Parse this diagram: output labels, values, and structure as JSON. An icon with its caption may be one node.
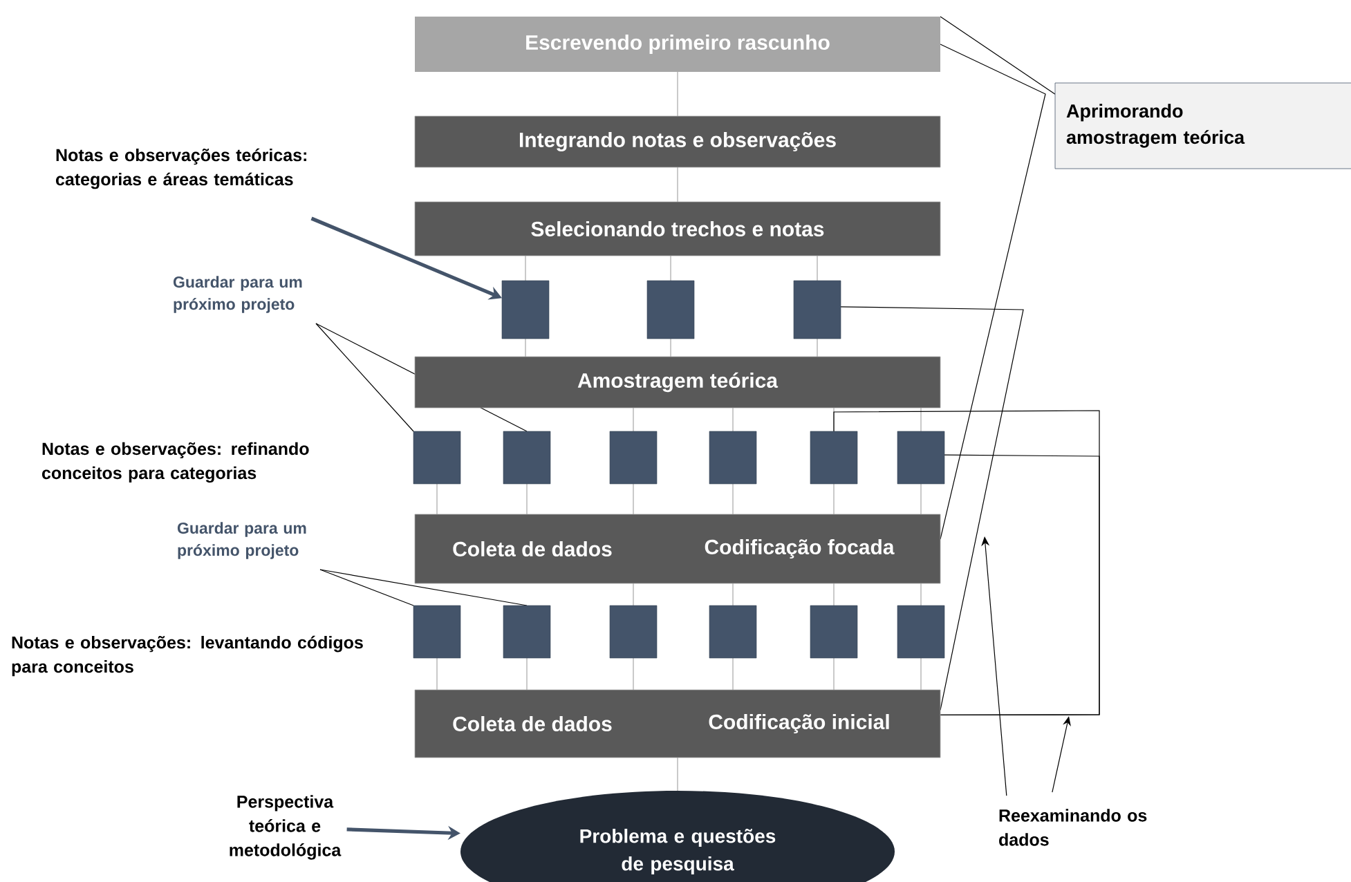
{
  "diagram": {
    "nodes": [
      {
        "text": [
          "Escrevendo primeiro rascunho"
        ]
      },
      {
        "text": [
          "Aprimorando amostragem teórica"
        ]
      },
      {
        "text": [
          "Notas e observações teóricas: categorias e áreas temáticas"
        ]
      },
      {
        "text": [
          "Integrando notas e observações"
        ]
      },
      {
        "text": [
          "Selecionando trechos e notas"
        ]
      },
      {
        "text": [
          "Guardar para um próximo projeto"
        ]
      },
      {
        "text": [],
        "shape": "box"
      },
      {
        "text": [],
        "shape": "box"
      },
      {
        "text": [],
        "shape": "box"
      },
      {
        "text": [
          "Amostragem teórica"
        ]
      },
      {
        "text": [],
        "shape": "box"
      },
      {
        "text": [],
        "shape": "box"
      },
      {
        "text": [],
        "shape": "box"
      },
      {
        "text": [],
        "shape": "box"
      },
      {
        "text": [],
        "shape": "box"
      },
      {
        "text": [],
        "shape": "box"
      },
      {
        "text": [
          "Guardar para um próximo projeto"
        ]
      },
      {
        "text": [
          "Coleta de dados",
          "Codificação focada"
        ]
      },
      {
        "text": [],
        "shape": "box"
      },
      {
        "text": [],
        "shape": "box"
      },
      {
        "text": [],
        "shape": "box"
      },
      {
        "text": [],
        "shape": "box"
      },
      {
        "text": [],
        "shape": "box"
      },
      {
        "text": [],
        "shape": "box"
      },
      {
        "text": [
          "Coleta de dados",
          "Codificação inicial"
        ]
      },
      {
        "text": [
          "Perspectiva teórica e metodológica"
        ]
      },
      {
        "text": [
          "Problema e questões de pesquisa"
        ]
      },
      {
        "text": [
          "Reexaminando os dados"
        ]
      }
    ],
    "edges": [
      {
        "from": 0,
        "to": 3,
        "arrow": "none"
      },
      {
        "from": 3,
        "to": 4,
        "arrow": "none"
      },
      {
        "from": 4,
        "to": 6,
        "arrow": "none"
      },
      {
        "from": 4,
        "to": 7,
        "arrow": "none"
      },
      {
        "from": 4,
        "to": 8,
        "arrow": "none"
      },
      {
        "from": 6,
        "to": 9,
        "arrow": "none"
      },
      {
        "from": 7,
        "to": 9,
        "arrow": "none"
      },
      {
        "from": 8,
        "to": 9,
        "arrow": "none"
      },
      {
        "from": 9,
        "to": 12,
        "arrow": "none"
      },
      {
        "from": 9,
        "to": 13,
        "arrow": "none"
      },
      {
        "from": 9,
        "to": 14,
        "arrow": "none"
      },
      {
        "from": 9,
        "to": 15,
        "arrow": "none"
      },
      {
        "from": 10,
        "to": 17,
        "arrow": "none"
      },
      {
        "from": 11,
        "to": 17,
        "arrow": "none"
      },
      {
        "from": 12,
        "to": 17,
        "arrow": "none"
      },
      {
        "from": 13,
        "to": 17,
        "arrow": "none"
      },
      {
        "from": 14,
        "to": 17,
        "arrow": "none"
      },
      {
        "from": 15,
        "to": 17,
        "arrow": "none"
      },
      {
        "from": 17,
        "to": 20,
        "arrow": "none"
      },
      {
        "from": 17,
        "to": 21,
        "arrow": "none"
      },
      {
        "from": 17,
        "to": 22,
        "arrow": "none"
      },
      {
        "from": 17,
        "to": 23,
        "arrow": "none"
      },
      {
        "from": 18,
        "to": 24,
        "arrow": "none"
      },
      {
        "from": 19,
        "to": 24,
        "arrow": "none"
      },
      {
        "from": 20,
        "to": 24,
        "arrow": "none"
      },
      {
        "from": 21,
        "to": 24,
        "arrow": "none"
      },
      {
        "from": 22,
        "to": 24,
        "arrow": "none"
      },
      {
        "from": 23,
        "to": 24,
        "arrow": "none"
      },
      {
        "from": 24,
        "to": 26,
        "arrow": "none"
      },
      {
        "from": 2,
        "to": 6,
        "arrow": "to",
        "style": "thick",
        "color": "#44546a"
      },
      {
        "from": 5,
        "to": 10,
        "arrow": "none",
        "color": "#000000"
      },
      {
        "from": 5,
        "to": 11,
        "arrow": "none",
        "color": "#000000"
      },
      {
        "from": 16,
        "to": 18,
        "arrow": "none",
        "color": "#000000"
      },
      {
        "from": 16,
        "to": 19,
        "arrow": "none",
        "color": "#000000"
      },
      {
        "from": 1,
        "to": 0,
        "arrow": "none",
        "color": "#000000"
      },
      {
        "from": 0,
        "to": 17,
        "arrow": "none",
        "color": "#000000"
      },
      {
        "from": 8,
        "to": 24,
        "arrow": "none",
        "color": "#000000"
      },
      {
        "from": 14,
        "to": 24,
        "arrow": "none",
        "color": "#000000"
      },
      {
        "from": 15,
        "to": 24,
        "arrow": "none",
        "color": "#000000"
      },
      {
        "from": 25,
        "to": 26,
        "arrow": "to",
        "style": "thick",
        "color": "#44546a"
      },
      {
        "from": 27,
        "to": null,
        "arrow": "to",
        "color": "#000000"
      },
      {
        "from": 27,
        "to": null,
        "arrow": "to",
        "color": "#000000"
      }
    ],
    "labels": [
      "Notas e observações: refinando conceitos para categorias",
      "Notas e observações: levantando códigos para conceitos"
    ]
  }
}
